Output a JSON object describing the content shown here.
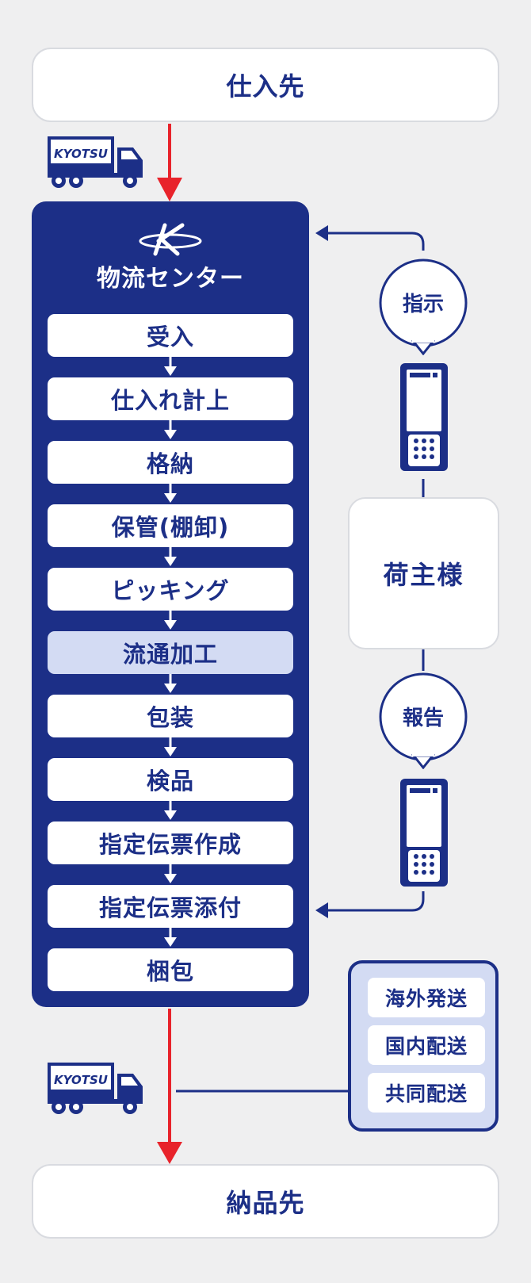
{
  "supplier_label": "仕入先",
  "destination_label": "納品先",
  "center_title": "物流センター",
  "truck_brand": "KYOTSU",
  "steps": [
    {
      "label": "受入"
    },
    {
      "label": "仕入れ計上"
    },
    {
      "label": "格納"
    },
    {
      "label": "保管(棚卸)"
    },
    {
      "label": "ピッキング"
    },
    {
      "label": "流通加工",
      "highlight": true
    },
    {
      "label": "包装"
    },
    {
      "label": "検品"
    },
    {
      "label": "指定伝票作成"
    },
    {
      "label": "指定伝票添付"
    },
    {
      "label": "梱包"
    }
  ],
  "instruction_bubble": "指示",
  "report_bubble": "報告",
  "client_label": "荷主様",
  "shipping_options": [
    "海外発送",
    "国内配送",
    "共同配送"
  ],
  "colors": {
    "navy": "#1c2f87",
    "highlight": "#d3dbf3",
    "arrow_red": "#e8232b",
    "background": "#efeff0"
  }
}
